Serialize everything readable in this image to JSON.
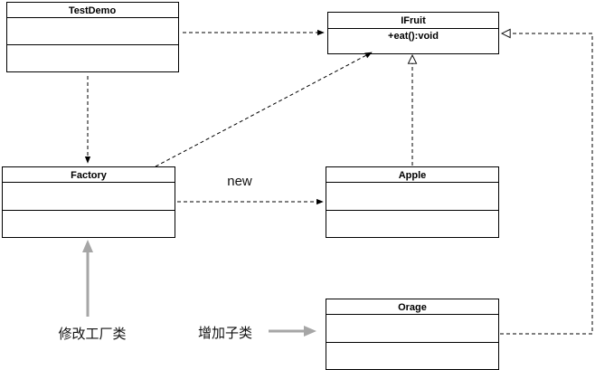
{
  "classes": {
    "testdemo": {
      "name": "TestDemo"
    },
    "ifruit": {
      "name": "IFruit",
      "method": "+eat():void"
    },
    "factory": {
      "name": "Factory"
    },
    "apple": {
      "name": "Apple"
    },
    "orage": {
      "name": "Orage"
    }
  },
  "labels": {
    "new_edge": "new",
    "modify_factory": "修改工厂类",
    "add_subclass": "增加子类"
  },
  "colors": {
    "line": "#000000",
    "annotation_arrow": "#a6a6a6"
  }
}
